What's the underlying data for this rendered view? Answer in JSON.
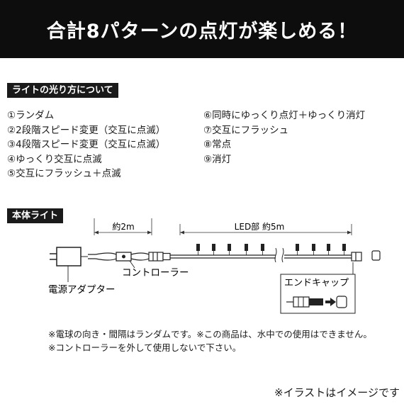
{
  "banner": {
    "title": "合計8パターンの点灯が楽しめる！"
  },
  "light_section": {
    "label": "ライトの光り方について",
    "left_items": [
      "①ランダム",
      "②2段階スピード変更（交互に点滅）",
      "③4段階スピード変更（交互に点滅）",
      "④ゆっくり交互に点滅",
      "⑤交互にフラッシュ＋点滅"
    ],
    "right_items": [
      "⑥同時にゆっくり点灯＋ゆっくり消灯",
      "⑦交互にフラッシュ",
      "⑧常点",
      "⑨消灯"
    ]
  },
  "body_section": {
    "label": "本体ライト",
    "dim_cable": "約2m",
    "dim_led": "LED部 約5m",
    "callout_controller": "コントローラー",
    "callout_adapter": "電源アダプター",
    "callout_endcap": "エンドキャップ"
  },
  "notes": [
    "※電球の向き・間隔はランダムです。※この商品は、水中での使用はできません。",
    "※コントローラーを外して使用しないで下さい。"
  ],
  "footnote": "※イラストはイメージです"
}
